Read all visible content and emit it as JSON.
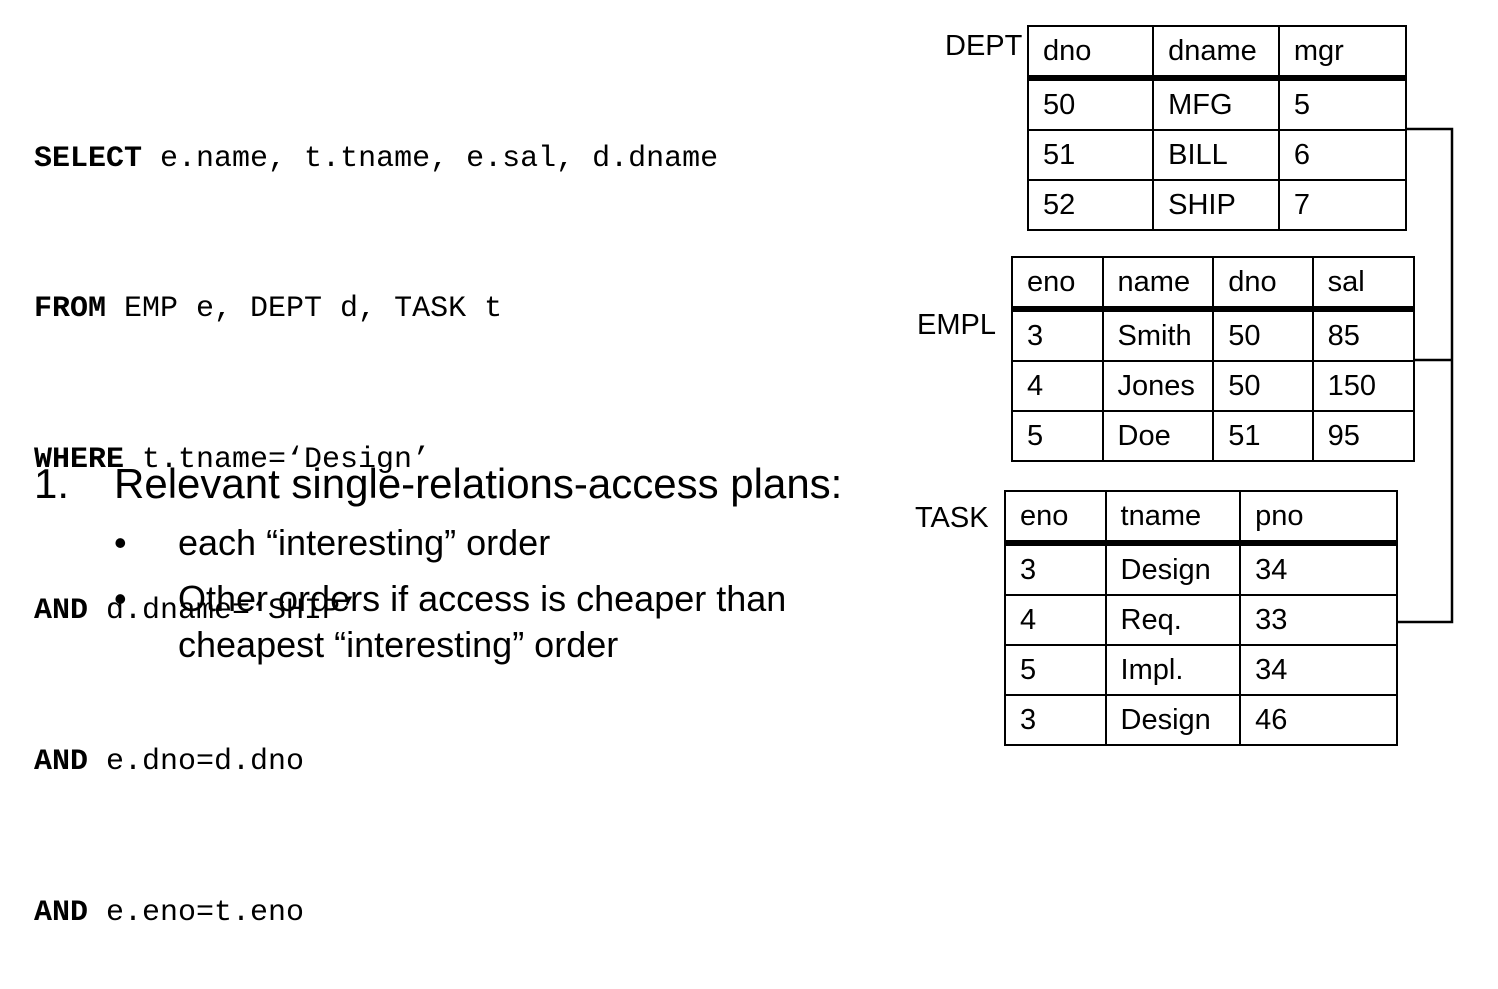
{
  "sql": {
    "lines": [
      {
        "keyword": "SELECT",
        "rest": " e.name, t.tname, e.sal, d.dname"
      },
      {
        "keyword": "FROM",
        "rest": " EMP e, DEPT d, TASK t"
      },
      {
        "keyword": "WHERE",
        "rest": " t.tname=‘Design’"
      },
      {
        "keyword": "AND",
        "rest": " d.dname=‘SHIP’"
      },
      {
        "keyword": "AND",
        "rest": " e.dno=d.dno"
      },
      {
        "keyword": "AND",
        "rest": " e.eno=t.eno"
      }
    ]
  },
  "list": {
    "number": "1.",
    "heading": "Relevant single-relations-access plans:",
    "bullet_symbol": "•",
    "bullets": [
      "each “interesting” order",
      "Other orders if access is cheaper than cheapest “interesting” order"
    ]
  },
  "tables": {
    "dept": {
      "label": "DEPT",
      "columns": [
        "dno",
        "dname",
        "mgr"
      ],
      "rows": [
        [
          "50",
          "MFG",
          "5"
        ],
        [
          "51",
          "BILL",
          "6"
        ],
        [
          "52",
          "SHIP",
          "7"
        ]
      ]
    },
    "empl": {
      "label": "EMPL",
      "columns": [
        "eno",
        "name",
        "dno",
        "sal"
      ],
      "rows": [
        [
          "3",
          "Smith",
          "50",
          "85"
        ],
        [
          "4",
          "Jones",
          "50",
          "150"
        ],
        [
          "5",
          "Doe",
          "51",
          "95"
        ]
      ]
    },
    "task": {
      "label": "TASK",
      "columns": [
        "eno",
        "tname",
        "pno"
      ],
      "rows": [
        [
          "3",
          "Design",
          "34"
        ],
        [
          "4",
          "Req.",
          "33"
        ],
        [
          "5",
          "Impl.",
          "34"
        ],
        [
          "3",
          "Design",
          "46"
        ]
      ]
    }
  }
}
